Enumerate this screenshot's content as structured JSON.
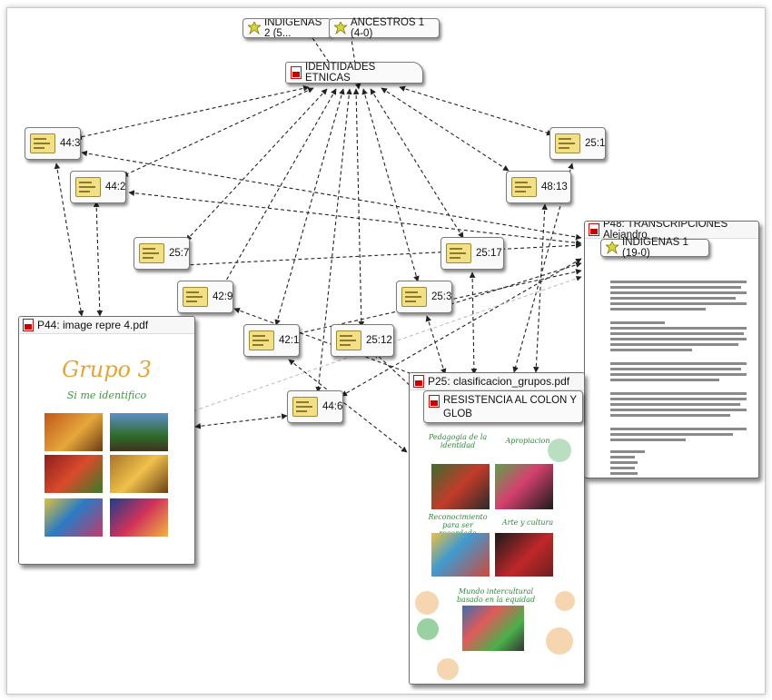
{
  "codes": {
    "indigenas2": "INDIGENAS 2 (5...",
    "ancestros1": "ANCESTROS 1 (4-0)",
    "indigenas1": "INDIGENAS 1 (19-0)"
  },
  "family": {
    "identidades": "IDENTIDADES ETNICAS"
  },
  "quotes": [
    "44:3",
    "44:2",
    "25:7",
    "42:9",
    "42:1",
    "44:6",
    "25:12",
    "25:3",
    "25:17",
    "48:13",
    "25:1"
  ],
  "documents": {
    "p44": {
      "title": "P44: image repre 4.pdf",
      "heading": "Grupo 3",
      "subheading": "Si me identifico"
    },
    "p25": {
      "title": "P25: clasificacion_grupos.pdf",
      "code_label": "RESISTENCIA AL COLON Y GLOB",
      "sections": [
        "Pedagogia de la identidad",
        "Apropiacion",
        "Reconocimiento para ser recordado",
        "Arte y cultura",
        "Mundo intercultural basado en la equidad"
      ]
    },
    "p48": {
      "title": "P48: TRANSCRIPCIONES Alejandro"
    }
  },
  "colors": {
    "quote_fill": "#f3df86",
    "code_icon": "#d8d63a",
    "pdf_red": "#cc0000",
    "edge": "#222222"
  }
}
